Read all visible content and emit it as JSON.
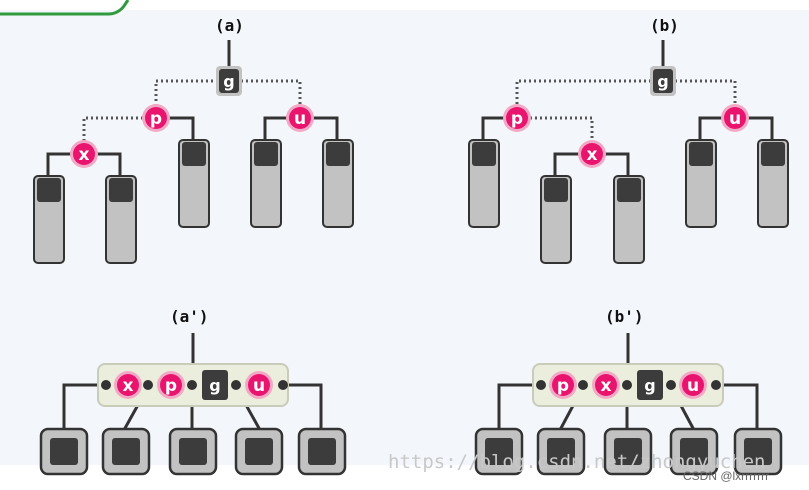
{
  "diagrams": {
    "a": {
      "label": "(a)",
      "nodes": {
        "g": "g",
        "p": "p",
        "u": "u",
        "x": "x"
      }
    },
    "b": {
      "label": "(b)",
      "nodes": {
        "g": "g",
        "p": "p",
        "u": "u",
        "x": "x"
      }
    },
    "a_prime": {
      "label": "(a')",
      "keys": [
        "x",
        "p",
        "g",
        "u"
      ]
    },
    "b_prime": {
      "label": "(b')",
      "keys": [
        "p",
        "x",
        "g",
        "u"
      ]
    }
  },
  "watermark": "https://blog.csdn.net/zhongyuchen",
  "credit": "CSDN @lxrrrrrrr",
  "colors": {
    "pink_node": "#e8146e",
    "pink_ring": "#f3a9c6",
    "dark_node": "#3c3c3c",
    "subtree_fill": "#c2c2c2",
    "bnode_fill": "#ebeedc",
    "bg_strip": "#f3f7fb",
    "corner_green": "#2f9a3e"
  }
}
